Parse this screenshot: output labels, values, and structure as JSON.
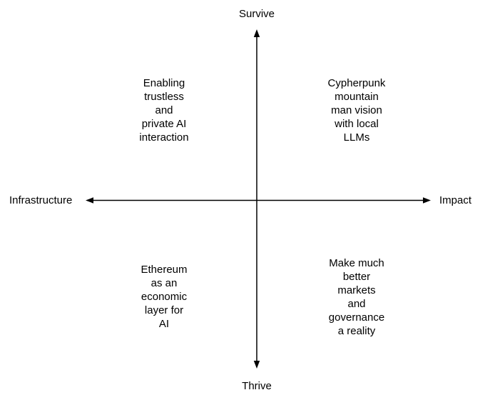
{
  "axes": {
    "top": "Survive",
    "bottom": "Thrive",
    "left": "Infrastructure",
    "right": "Impact"
  },
  "quadrants": {
    "top_left": "Enabling\ntrustless\nand\nprivate AI\ninteraction",
    "top_right": "Cypherpunk\nmountain\nman vision\nwith local\nLLMs",
    "bottom_left": "Ethereum\nas an\neconomic\nlayer for\nAI",
    "bottom_right": "Make much\nbetter\nmarkets\nand\ngovernance\na reality"
  },
  "colors": {
    "line": "#000000",
    "text": "#000000",
    "background": "#ffffff"
  }
}
